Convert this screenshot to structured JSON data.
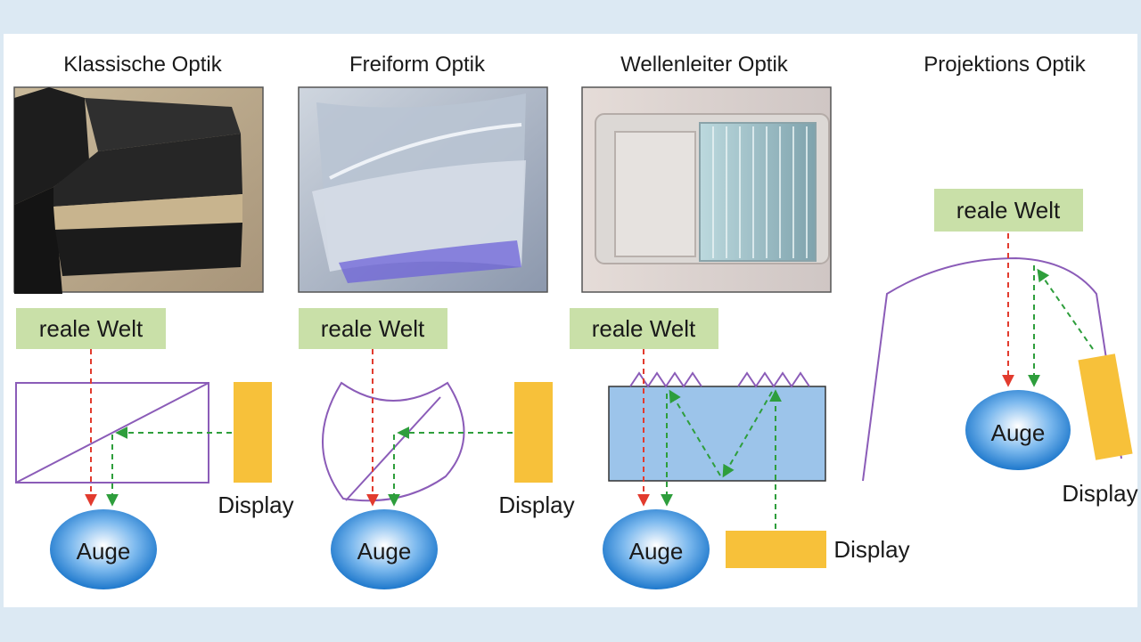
{
  "columns": [
    {
      "title": "Klassische Optik",
      "world_label": "reale Welt",
      "eye_label": "Auge",
      "display_label": "Display"
    },
    {
      "title": "Freiform Optik",
      "world_label": "reale Welt",
      "eye_label": "Auge",
      "display_label": "Display"
    },
    {
      "title": "Wellenleiter Optik",
      "world_label": "reale Welt",
      "eye_label": "Auge",
      "display_label": "Display"
    },
    {
      "title": "Projektions Optik",
      "world_label": "reale Welt",
      "eye_label": "Auge",
      "display_label": "Display"
    }
  ],
  "colors": {
    "background": "#dce9f3",
    "label_box": "#c9e0a8",
    "optic_outline": "#8b5cb8",
    "display": "#f7c13a",
    "waveguide": "#9cc4ea",
    "world_arrow": "#e23b2e",
    "display_arrow": "#2e9e3c",
    "eye_center": "#ffffff",
    "eye_edge": "#1e78cc"
  }
}
